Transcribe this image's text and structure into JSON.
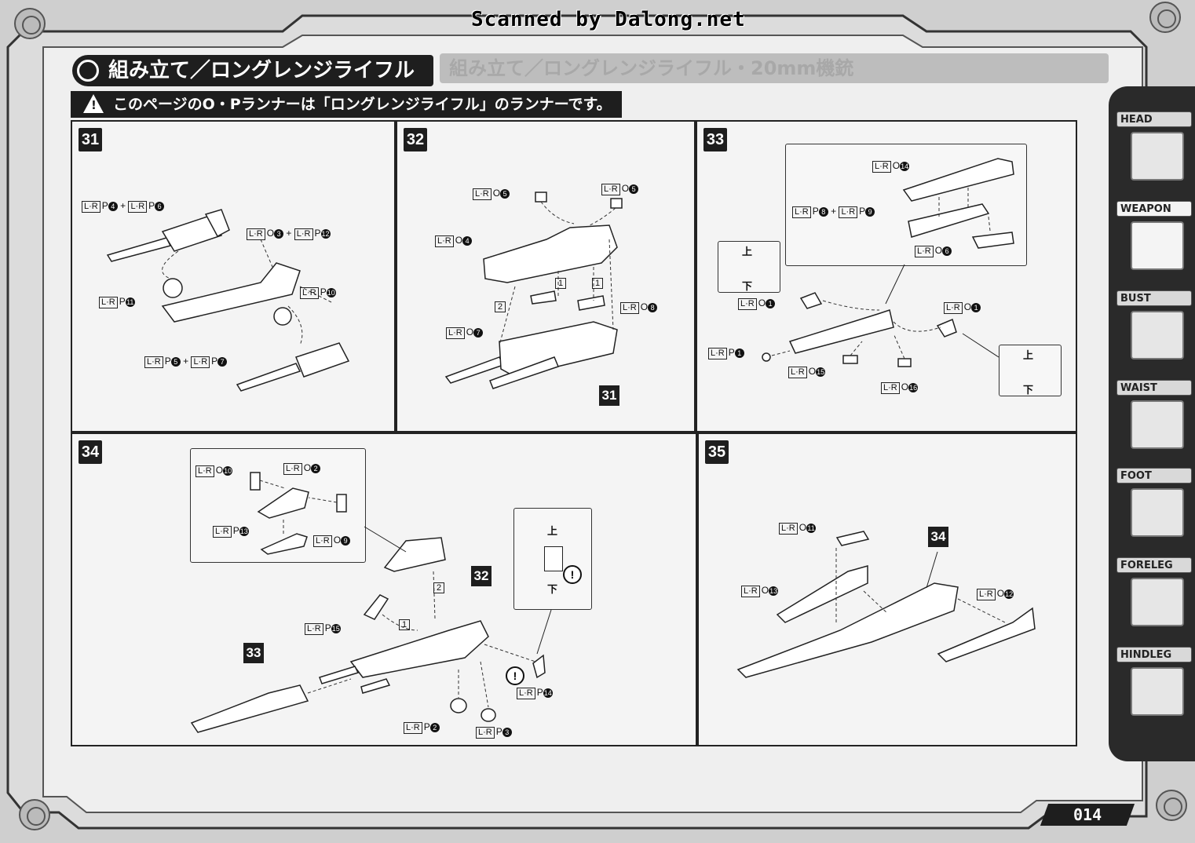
{
  "watermark": "Scanned by Dalong.net",
  "title": "組み立て／ロングレンジライフル",
  "ghost_title": "組み立て／ロングレンジライフル・20mm機銃",
  "notice": "このページのO・Pランナーは「ロングレンジライフル」のランナーです。",
  "page_number": "014",
  "steps": {
    "s31": {
      "number": "31",
      "labels": {
        "p4p6": {
          "runner": "L·R",
          "part": "P",
          "num_a": "4",
          "num_b": "6"
        },
        "o3p12": {
          "runner": "L·R",
          "part_a": "O",
          "num_a": "3",
          "part_b": "P",
          "num_b": "12"
        },
        "p11": {
          "runner": "L·R",
          "part": "P",
          "num": "11"
        },
        "p10": {
          "runner": "L·R",
          "part": "P",
          "num": "10"
        },
        "p5p7": {
          "runner": "L·R",
          "part": "P",
          "num_a": "5",
          "num_b": "7"
        }
      }
    },
    "s32": {
      "number": "32",
      "labels": {
        "o5a": {
          "runner": "L·R",
          "part": "O",
          "num": "5"
        },
        "o5b": {
          "runner": "L·R",
          "part": "O",
          "num": "5"
        },
        "o4": {
          "runner": "L·R",
          "part": "O",
          "num": "4"
        },
        "o8": {
          "runner": "L·R",
          "part": "O",
          "num": "8"
        },
        "o7": {
          "runner": "L·R",
          "part": "O",
          "num": "7"
        }
      },
      "order_1a": "1",
      "order_1b": "1",
      "order_2": "2",
      "ref": "31"
    },
    "s33": {
      "number": "33",
      "labels": {
        "o14": {
          "runner": "L·R",
          "part": "O",
          "num": "14"
        },
        "p8p9": {
          "runner": "L·R",
          "part": "P",
          "num_a": "8",
          "num_b": "9"
        },
        "o6": {
          "runner": "L·R",
          "part": "O",
          "num": "6"
        },
        "o1a": {
          "runner": "L·R",
          "part": "O",
          "num": "1"
        },
        "o1b": {
          "runner": "L·R",
          "part": "O",
          "num": "1"
        },
        "p1": {
          "runner": "L·R",
          "part": "P",
          "num": "1"
        },
        "o15": {
          "runner": "L·R",
          "part": "O",
          "num": "15"
        },
        "o16": {
          "runner": "L·R",
          "part": "O",
          "num": "16"
        }
      },
      "up": "上",
      "down": "下"
    },
    "s34": {
      "number": "34",
      "labels": {
        "o10": {
          "runner": "L·R",
          "part": "O",
          "num": "10"
        },
        "o2": {
          "runner": "L·R",
          "part": "O",
          "num": "2"
        },
        "p13": {
          "runner": "L·R",
          "part": "P",
          "num": "13"
        },
        "o9": {
          "runner": "L·R",
          "part": "O",
          "num": "9"
        },
        "p15": {
          "runner": "L·R",
          "part": "P",
          "num": "15"
        },
        "p14": {
          "runner": "L·R",
          "part": "P",
          "num": "14"
        },
        "p2": {
          "runner": "L·R",
          "part": "P",
          "num": "2"
        },
        "p3": {
          "runner": "L·R",
          "part": "P",
          "num": "3"
        }
      },
      "order_1": "1",
      "order_2": "2",
      "ref_32": "32",
      "ref_33": "33",
      "up": "上",
      "down": "下",
      "caution": "!"
    },
    "s35": {
      "number": "35",
      "labels": {
        "o11": {
          "runner": "L·R",
          "part": "O",
          "num": "11"
        },
        "o13": {
          "runner": "L·R",
          "part": "O",
          "num": "13"
        },
        "o12": {
          "runner": "L·R",
          "part": "O",
          "num": "12"
        }
      },
      "ref": "34"
    }
  },
  "nav_tabs": [
    {
      "label": "HEAD",
      "active": false
    },
    {
      "label": "WEAPON",
      "active": true
    },
    {
      "label": "BUST",
      "active": false
    },
    {
      "label": "WAIST",
      "active": false
    },
    {
      "label": "FOOT",
      "active": false
    },
    {
      "label": "FORELEG",
      "active": false
    },
    {
      "label": "HINDLEG",
      "active": false
    }
  ],
  "colors": {
    "ink": "#1e1e1e",
    "paper": "#f4f4f4",
    "frame": "#cfcfcf"
  }
}
